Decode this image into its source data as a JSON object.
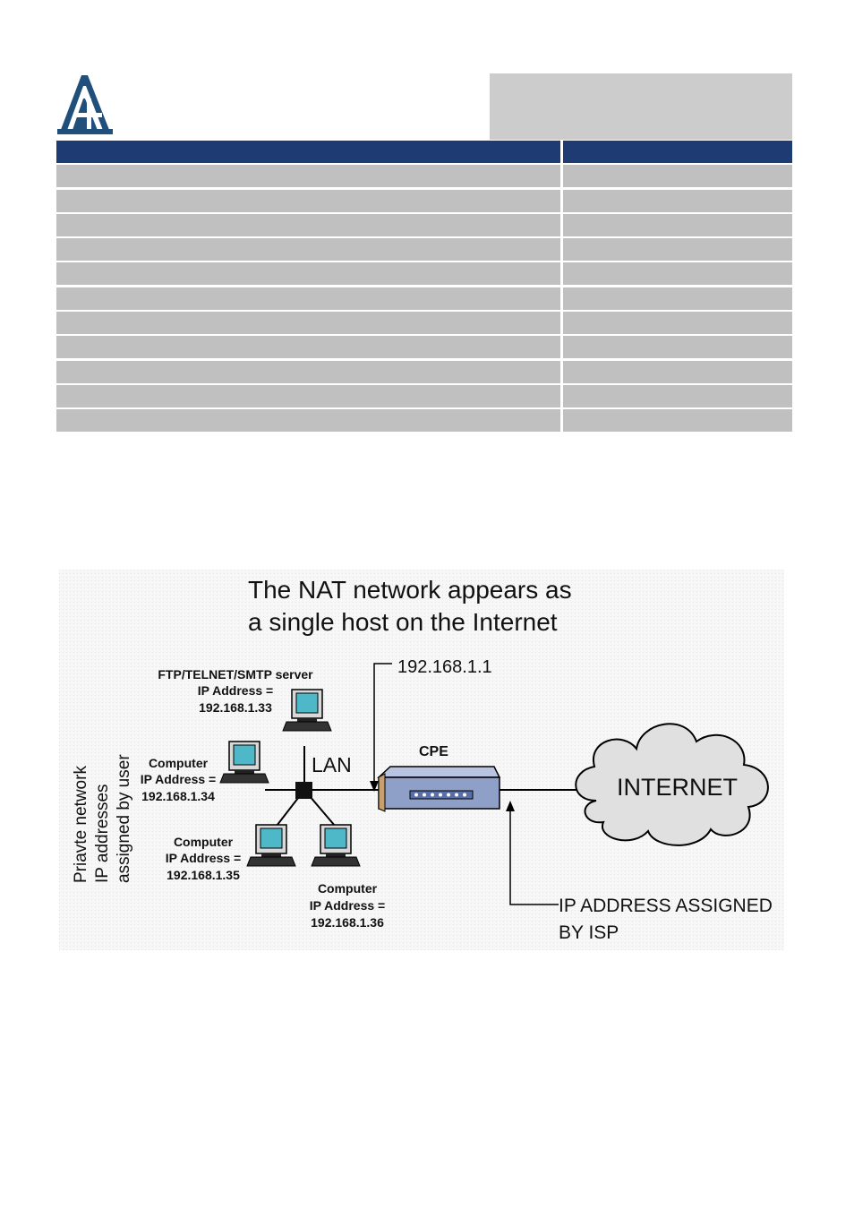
{
  "logo": {
    "icon": "atlantis-logo-icon"
  },
  "toc": {
    "rows": 11
  },
  "diagram": {
    "title_line1": "The NAT network appears as",
    "title_line2": "a single host on the Internet",
    "side_label_line1": "Priavte network",
    "side_label_line2": "IP addresses",
    "side_label_line3": "assigned by user",
    "gateway_ip": "192.168.1.1",
    "lan_label": "LAN",
    "cpe_label": "CPE",
    "internet_label": "INTERNET",
    "isp_label_line1": "IP ADDRESS ASSIGNED",
    "isp_label_line2": "BY ISP",
    "server": {
      "line1": "FTP/TELNET/SMTP server",
      "line2": "IP Address =",
      "line3": "192.168.1.33"
    },
    "computer34": {
      "line1": "Computer",
      "line2": "IP Address =",
      "line3": "192.168.1.34"
    },
    "computer35": {
      "line1": "Computer",
      "line2": "IP Address =",
      "line3": "192.168.1.35"
    },
    "computer36": {
      "line1": "Computer",
      "line2": "IP Address =",
      "line3": "192.168.1.36"
    },
    "colors": {
      "cpe_body": "#8fa0c8",
      "cloud": "#e0e0e0",
      "screen": "#4fb8c8",
      "header_bar": "#1f3b73"
    }
  }
}
